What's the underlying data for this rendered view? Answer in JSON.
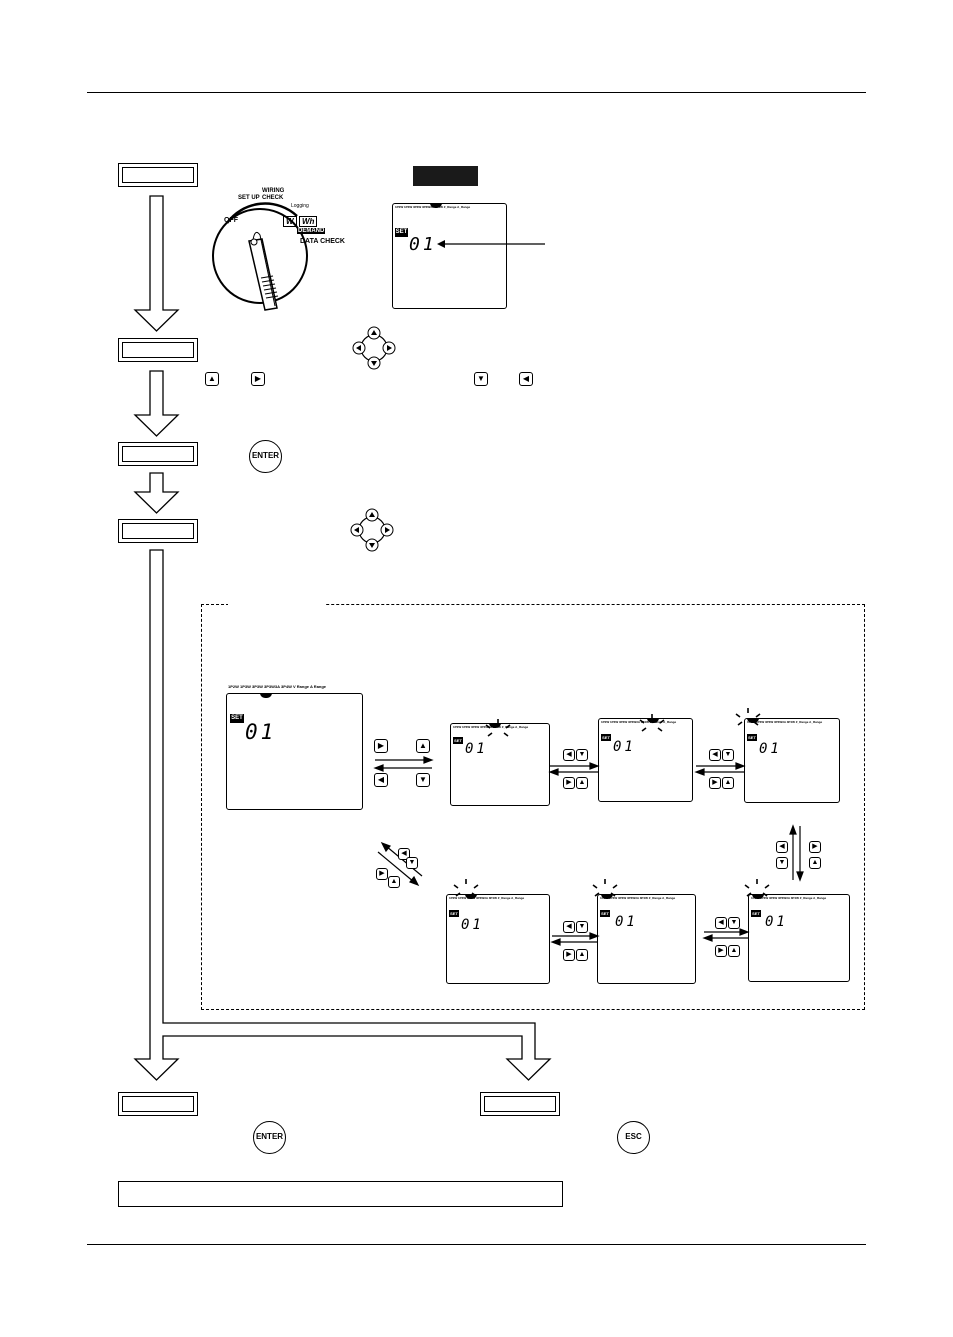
{
  "dial": {
    "labels": {
      "off": "OFF",
      "setup": "SET UP",
      "wiring": "WIRING CHECK",
      "logging": "Logging",
      "w1": "W",
      "w2": "Wh",
      "demand": "DEMAND",
      "datacheck": "DATA CHECK"
    }
  },
  "display": {
    "top_label": "1P2W 1P3W 3P3W 3P3W3A 3P4W  Z_Range   A_Range",
    "set_label": "SET",
    "value": "01"
  },
  "panel": {
    "big_top_label": "1P2W  1P3W  3P3W  3P3W3A  3P4W   V Range     A Range",
    "small_top_label": "1P2W  1P3W  3P3W  3P3W3A  3P4W  Z_Range   A_Range",
    "value": "01",
    "set_label": "SET"
  },
  "buttons": {
    "enter": "ENTER",
    "esc": "ESC"
  },
  "icons": [
    "dial-switch-icon",
    "cursor-pad-icon",
    "up-key-icon",
    "right-key-icon",
    "down-key-icon",
    "left-key-icon",
    "enter-button-icon",
    "esc-button-icon",
    "blink-icon"
  ]
}
